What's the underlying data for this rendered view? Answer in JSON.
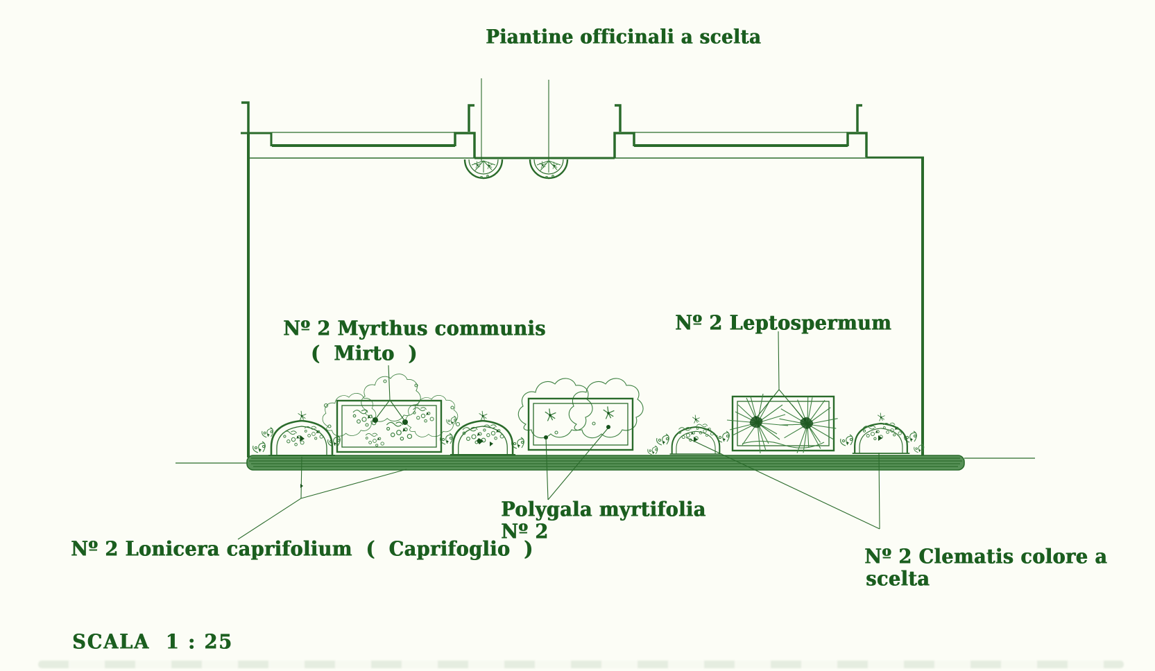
{
  "title": "Piantine officinali a scelta",
  "plan": {
    "scale_label": "SCALA  1 : 25"
  },
  "plant_labels": {
    "myrthus": {
      "line1": "Nº 2 Myrthus communis",
      "line2": "(  Mirto  )"
    },
    "leptospermum": "Nº 2 Leptospermum",
    "polygala": {
      "line1": "Polygala myrtifolia",
      "line2": "Nº 2"
    },
    "lonicera": "Nº 2 Lonicera caprifolium  (  Caprifoglio  )",
    "clematis": {
      "line1": "Nº 2 Clematis colore a",
      "line2": "scelta"
    }
  },
  "colors": {
    "ink": "#1b5e1f",
    "line": "#2a6b2b",
    "sketch": "#3c8040",
    "blob": "#17521b",
    "band": "#579157",
    "paper": "#fcfdf6"
  }
}
